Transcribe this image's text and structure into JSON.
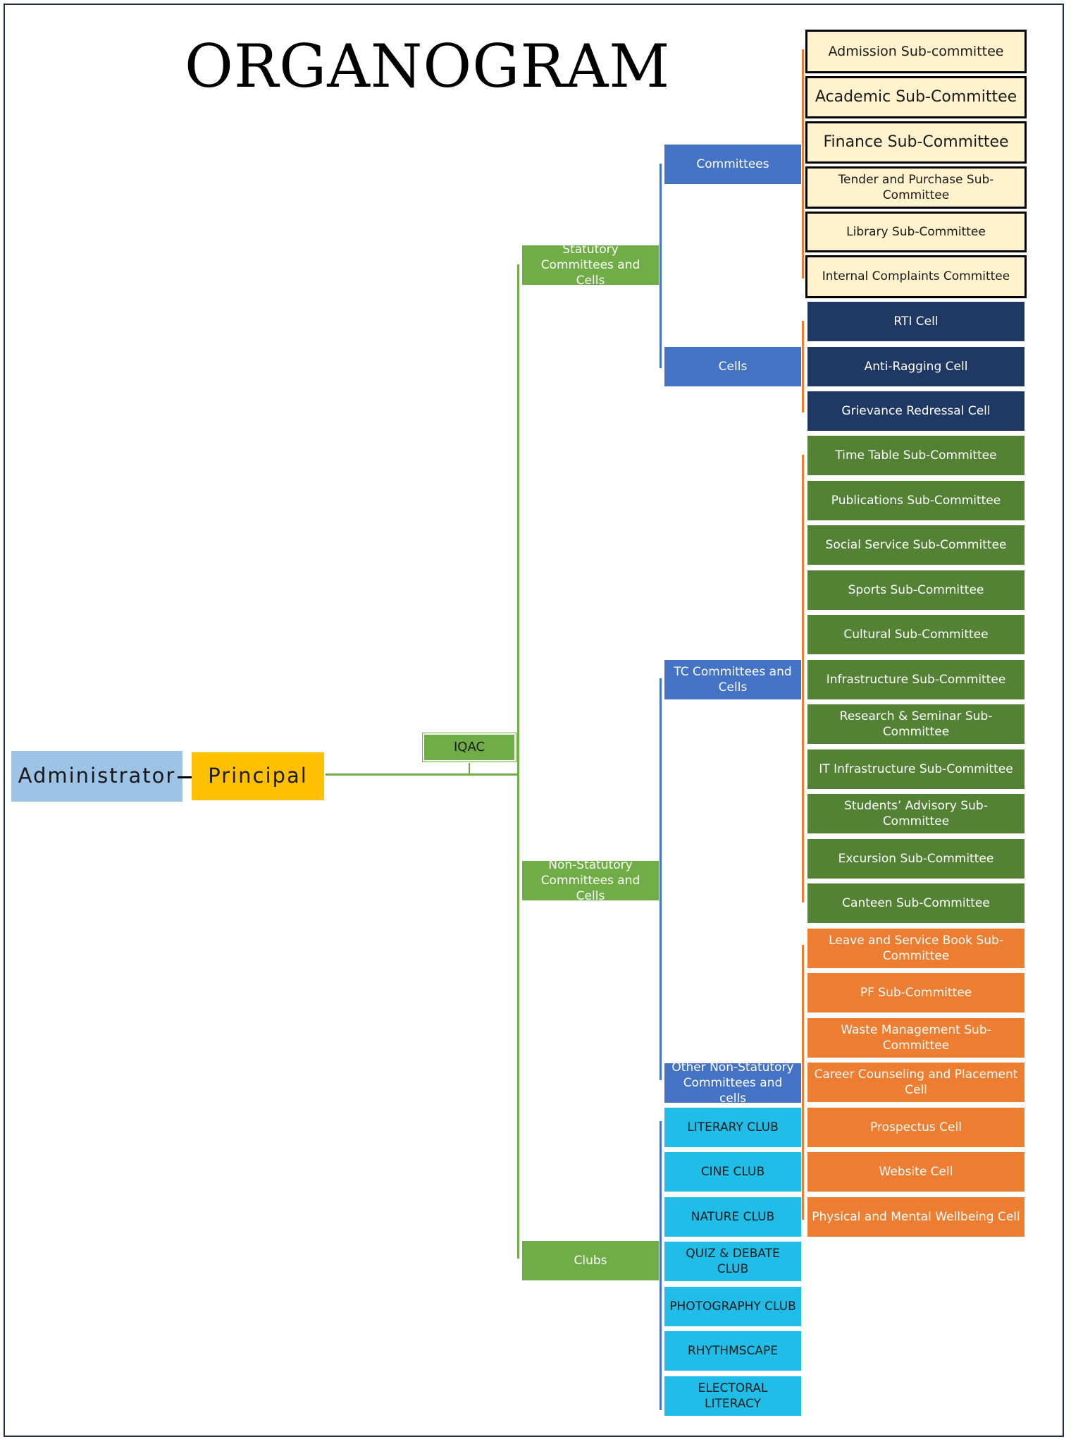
{
  "title": "ORGANOGRAM",
  "root": {
    "administrator": "Administrator",
    "principal": "Principal",
    "iqac": "IQAC"
  },
  "level2": {
    "statutory": "Statutory Committees and Cells",
    "non_statutory": "Non-Statutory Committees   and Cells",
    "clubs": "Clubs"
  },
  "level3": {
    "committees": "Committees",
    "cells": "Cells",
    "tc": "TC Committees and Cells",
    "other": "Other Non-Statutory Committees and cells"
  },
  "committees": [
    "Admission Sub-committee",
    "Academic Sub-Committee",
    "Finance Sub-Committee",
    "Tender and Purchase Sub-Committee",
    "Library Sub-Committee",
    "Internal Complaints Committee"
  ],
  "cells": [
    "RTI Cell",
    "Anti-Ragging Cell",
    "Grievance Redressal Cell"
  ],
  "tc_committees": [
    "Time Table Sub-Committee",
    "Publications Sub-Committee",
    "Social Service Sub-Committee",
    "Sports Sub-Committee",
    "Cultural Sub-Committee",
    "Infrastructure Sub-Committee",
    "Research & Seminar Sub-Committee",
    "IT Infrastructure Sub-Committee",
    "Students’ Advisory Sub-Committee",
    "Excursion Sub-Committee",
    "Canteen Sub-Committee"
  ],
  "other_committees": [
    "Leave and Service Book Sub-Committee",
    "PF Sub-Committee",
    "Waste Management Sub-Committee",
    "Career Counseling and Placement Cell",
    "Prospectus Cell",
    "Website Cell",
    "Physical and Mental Wellbeing Cell"
  ],
  "clubs": [
    "LITERARY CLUB",
    "CINE CLUB",
    "NATURE CLUB",
    "QUIZ & DEBATE CLUB",
    "PHOTOGRAPHY CLUB",
    "RHYTHMSCAPE",
    "ELECTORAL LITERACY"
  ],
  "colors": {
    "administrator": "#9dc3e6",
    "principal": "#ffc000",
    "level2_green": "#70ad47",
    "level3_blue": "#4472c4",
    "committee_cream": "#fff2cc",
    "cells_navy": "#203864",
    "tc_dark_green": "#548235",
    "other_orange": "#ed7d31",
    "clubs_cyan": "#1fbde8",
    "line_green": "#70ad47",
    "line_blue": "#4472c4",
    "line_orange": "#ed7d31"
  }
}
